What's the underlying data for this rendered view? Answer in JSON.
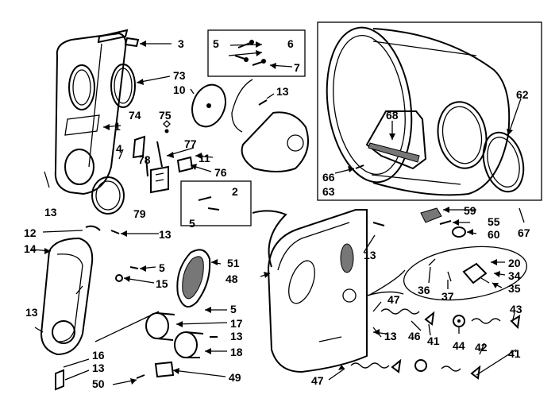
{
  "labels": [
    "3",
    "73",
    "5",
    "6",
    "7",
    "10",
    "13",
    "74",
    "75",
    "1",
    "4",
    "77",
    "78",
    "11",
    "76",
    "79",
    "2",
    "5",
    "13",
    "13",
    "12",
    "13",
    "14",
    "5",
    "15",
    "51",
    "48",
    "13",
    "5",
    "17",
    "13",
    "13",
    "18",
    "16",
    "13",
    "49",
    "50",
    "62",
    "68",
    "66",
    "63",
    "59",
    "55",
    "60",
    "67",
    "20",
    "34",
    "36",
    "37",
    "35",
    "47",
    "43",
    "46",
    "41",
    "44",
    "13",
    "42",
    "41",
    "47"
  ]
}
